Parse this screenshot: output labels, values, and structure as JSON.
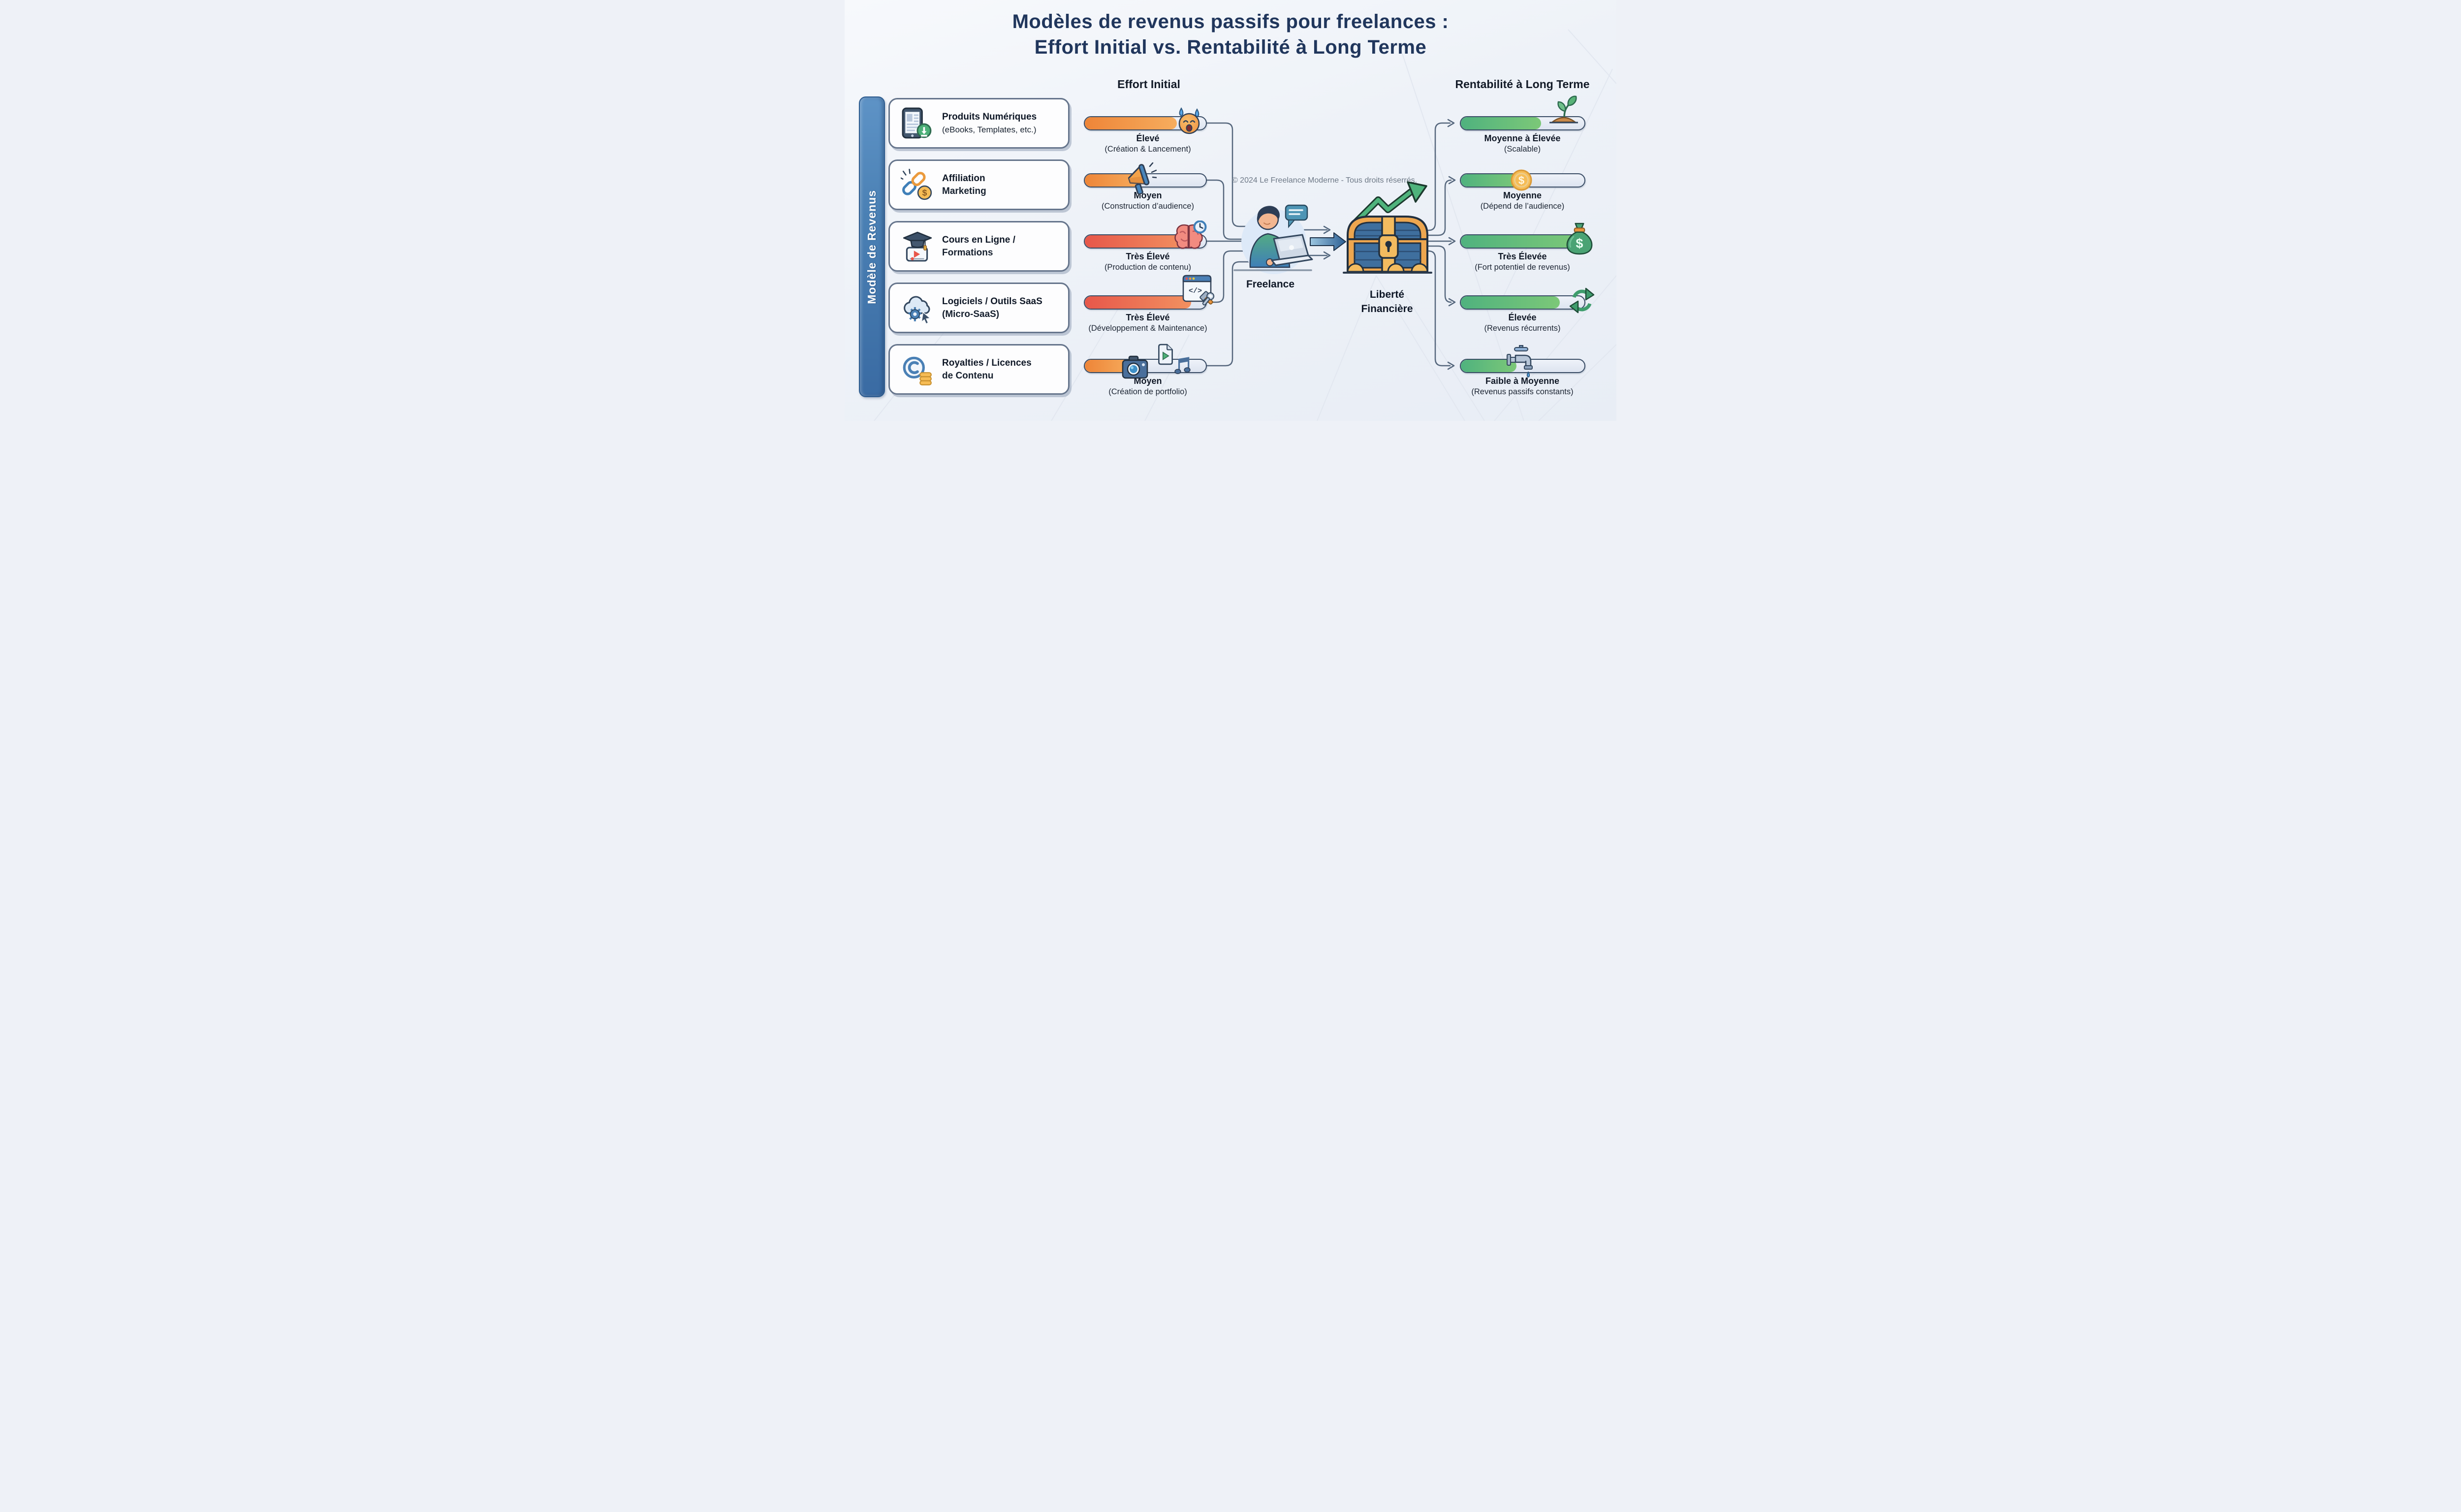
{
  "title": {
    "line1": "Modèles de revenus passifs pour freelances :",
    "line2": "Effort Initial vs. Rentabilité à Long Terme"
  },
  "sidebar": {
    "label": "Modèle de Revenus"
  },
  "models": [
    {
      "line1": "Produits Numériques",
      "line2": "(eBooks, Templates, etc.)",
      "icon": "ebook-download-icon"
    },
    {
      "line1": "Affiliation",
      "line2": "Marketing",
      "icon": "affiliate-link-icon"
    },
    {
      "line1": "Cours en Ligne /",
      "line2": "Formations",
      "icon": "online-course-icon"
    },
    {
      "line1": "Logiciels / Outils SaaS",
      "line2": "(Micro-SaaS)",
      "icon": "saas-cloud-gear-icon"
    },
    {
      "line1": "Royalties / Licences",
      "line2": "de Contenu",
      "icon": "copyright-coins-icon"
    }
  ],
  "effort": {
    "header": "Effort Initial",
    "bars": [
      {
        "level": "Élevé",
        "detail": "(Création & Lancement)",
        "percent": 76,
        "palette": "orange",
        "icon": "sweat-face-icon"
      },
      {
        "level": "Moyen",
        "detail": "(Construction d’audience)",
        "percent": 48,
        "palette": "orange",
        "icon": "megaphone-icon"
      },
      {
        "level": "Très Élevé",
        "detail": "(Production de contenu)",
        "percent": 85,
        "palette": "red",
        "icon": "brain-clock-icon"
      },
      {
        "level": "Très Élevé",
        "detail": "(Développement & Maintenance)",
        "percent": 88,
        "palette": "red",
        "icon": "dev-window-tools-icon"
      },
      {
        "level": "Moyen",
        "detail": "(Création de portfolio)",
        "percent": 40,
        "palette": "orange",
        "icon": "camera-media-icons"
      }
    ]
  },
  "profitability": {
    "header": "Rentabilité à Long Terme",
    "bars": [
      {
        "level": "Moyenne à Élevée",
        "detail": "(Scalable)",
        "percent": 65,
        "palette": "green",
        "icon": "sprout-icon"
      },
      {
        "level": "Moyenne",
        "detail": "(Dépend de l’audience)",
        "percent": 48,
        "palette": "green",
        "icon": "gold-coin-icon"
      },
      {
        "level": "Très Élevée",
        "detail": "(Fort potentiel de revenus)",
        "percent": 95,
        "palette": "green",
        "icon": "money-bag-icon"
      },
      {
        "level": "Élevée",
        "detail": "(Revenus récurrents)",
        "percent": 80,
        "palette": "green",
        "icon": "recycle-arrows-icon"
      },
      {
        "level": "Faible à Moyenne",
        "detail": "(Revenus passifs constants)",
        "percent": 45,
        "palette": "green",
        "icon": "faucet-icon"
      }
    ]
  },
  "center": {
    "copyright": "© 2024 Le Freelance Moderne - Tous droits réserrés.",
    "freelance_label": "Freelance",
    "liberty_line1": "Liberté",
    "liberty_line2": "Financière"
  },
  "colors": {
    "title_navy": "#20365c",
    "card_border": "#66758c",
    "sidebar_blue": "#4a80b4",
    "track_border": "#3a4d66",
    "orange_start": "#ee8538",
    "orange_end": "#f6ad5e",
    "red_start": "#e7574a",
    "red_end": "#f29160",
    "green_start": "#4fb27e",
    "green_end": "#7cc878",
    "connector_gray": "#56677d",
    "copyright_gray": "#6e7987"
  }
}
